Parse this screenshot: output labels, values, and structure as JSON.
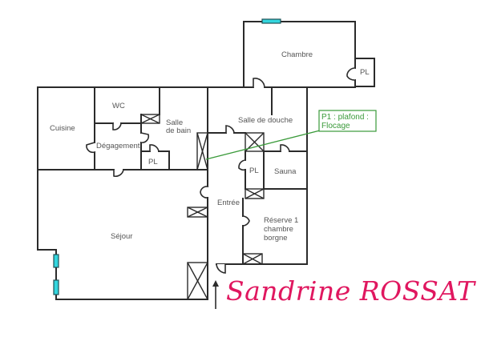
{
  "floorplan": {
    "rooms": [
      {
        "id": "chambre",
        "label": "Chambre"
      },
      {
        "id": "pl-chambre",
        "label": "PL"
      },
      {
        "id": "cuisine",
        "label": "Cuisine"
      },
      {
        "id": "wc",
        "label": "WC"
      },
      {
        "id": "salle-de-bain",
        "label_line1": "Salle",
        "label_line2": "de bain"
      },
      {
        "id": "degagement",
        "label": "Dégagement"
      },
      {
        "id": "pl-degagement",
        "label": "PL"
      },
      {
        "id": "salle-de-douche",
        "label": "Salle de douche"
      },
      {
        "id": "pl-douche",
        "label": "PL"
      },
      {
        "id": "sauna",
        "label": "Sauna"
      },
      {
        "id": "entree",
        "label": "Entrée"
      },
      {
        "id": "reserve",
        "label_line1": "Réserve 1",
        "label_line2": "chambre",
        "label_line3": "borgne"
      },
      {
        "id": "sejour",
        "label": "Séjour"
      }
    ],
    "annotation": {
      "line1": "P1 : plafond :",
      "line2": "Flocage",
      "color": "#3a9a3a"
    },
    "entrance_arrow": "arrow-up",
    "colors": {
      "walls": "#2b2b2b",
      "windows": "#33d6de",
      "signature": "#e0175f"
    }
  },
  "signature": {
    "text": "Sandrine ROSSAT"
  }
}
